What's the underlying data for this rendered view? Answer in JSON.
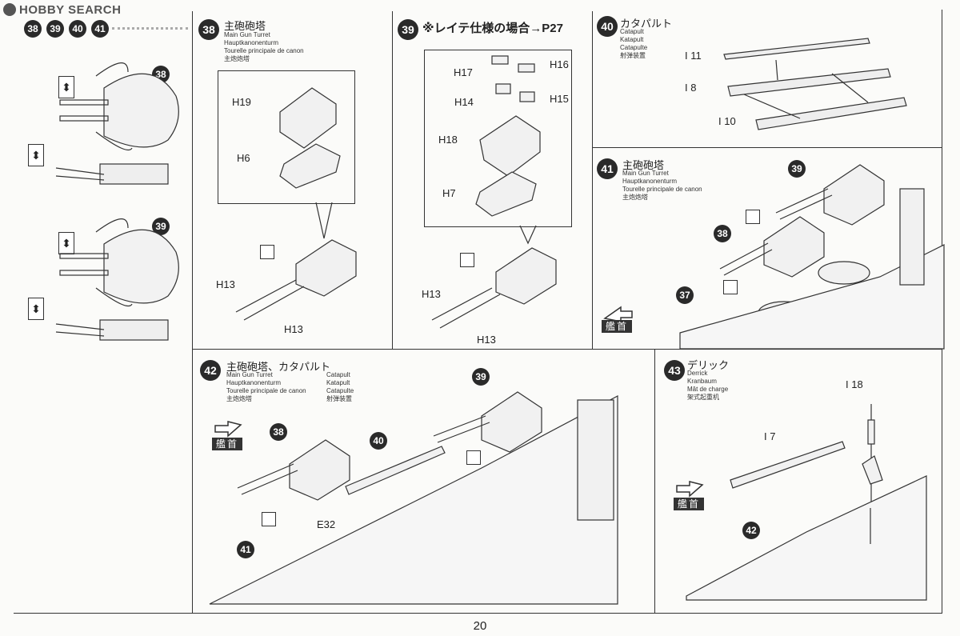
{
  "header": {
    "logo": "HOBBY SEARCH"
  },
  "left_column": {
    "badges": [
      "38",
      "39",
      "40",
      "41"
    ],
    "callouts": [
      "38",
      "39"
    ]
  },
  "step38": {
    "number": "38",
    "title_jp": "主砲砲塔",
    "lines": [
      "Main Gun Turret",
      "Hauptkanonenturm",
      "Tourelle principale de canon",
      "主炮炮塔"
    ],
    "parts": [
      "H19",
      "H6",
      "H13",
      "H13"
    ]
  },
  "step39": {
    "number": "39",
    "title_jp": "※レイテ仕様の場合→P27",
    "parts": [
      "H17",
      "H16",
      "H14",
      "H15",
      "H18",
      "H7",
      "H13",
      "H13"
    ]
  },
  "step40": {
    "number": "40",
    "title_jp": "カタパルト",
    "lines": [
      "Catapult",
      "Katapult",
      "Catapulte",
      "射弹装置"
    ],
    "parts": [
      "11",
      "8",
      "10"
    ]
  },
  "step41": {
    "number": "41",
    "title_jp": "主砲砲塔",
    "lines": [
      "Main Gun Turret",
      "Hauptkanonenturm",
      "Tourelle principale de canon",
      "主炮炮塔"
    ],
    "callouts": [
      "39",
      "38",
      "37"
    ],
    "bow": "艦首"
  },
  "step42": {
    "number": "42",
    "title_jp": "主砲砲塔、カタパルト",
    "lines_a": [
      "Main Gun Turret",
      "Hauptkanonenturm",
      "Tourelle principale de canon",
      "主炮炮塔"
    ],
    "lines_b": [
      "Catapult",
      "Katapult",
      "Catapulte",
      "射弹装置"
    ],
    "callouts": [
      "38",
      "40",
      "39",
      "41"
    ],
    "part": "E32",
    "bow": "艦首"
  },
  "step43": {
    "number": "43",
    "title_jp": "デリック",
    "lines": [
      "Derrick",
      "Kranbaum",
      "Mât de charge",
      "架式起重机"
    ],
    "parts": [
      "18",
      "7"
    ],
    "callouts": [
      "42"
    ],
    "bow": "艦首"
  },
  "footer": {
    "page": "20"
  }
}
